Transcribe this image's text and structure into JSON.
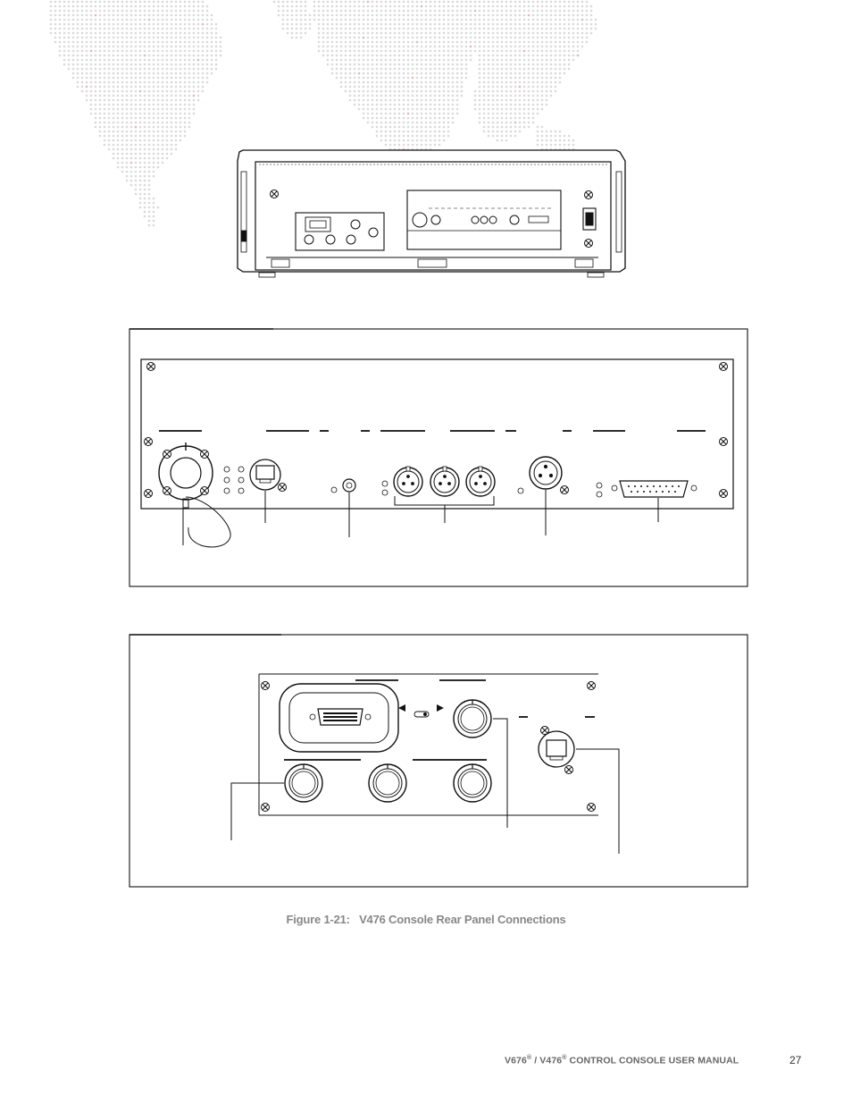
{
  "caption": {
    "figure_label": "Figure 1-21:",
    "figure_title": "V476 Console Rear Panel Connections"
  },
  "footer": {
    "model_a": "V676",
    "model_b": "V476",
    "registered_mark": "®",
    "separator": "/",
    "manual_title": "CONTROL CONSOLE USER MANUAL",
    "page_number": "27"
  },
  "colors": {
    "map_dots": "#d9d9d9",
    "map_accent_dots": "#e8b4b4",
    "line_art": "#1a1a1a",
    "caption": "#888888"
  },
  "icons": [
    "world-map-background",
    "console-rear-view",
    "screw-icon",
    "connector-icon"
  ]
}
